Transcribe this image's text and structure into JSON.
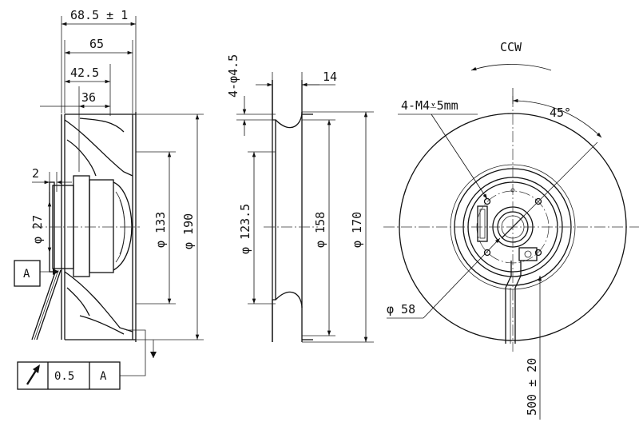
{
  "dimensions": {
    "side": {
      "overall_width": "68.5 ± 1",
      "width_65": "65",
      "width_42_5": "42.5",
      "width_36": "36",
      "offset_2": "2",
      "hub_dia": "φ 27",
      "dia_133": "φ 133",
      "dia_190": "φ 190"
    },
    "mount": {
      "holes": "4-φ4.5",
      "thickness": "14",
      "dia_123_5": "φ 123.5",
      "dia_158": "φ 158",
      "dia_170": "φ 170"
    },
    "front": {
      "rotation": "CCW",
      "thread": "4-M4",
      "depth_symbol": "⩡",
      "depth": "5mm",
      "angle": "45°",
      "dia_58": "φ 58",
      "cable_length": "500 ± 20"
    }
  },
  "datum": {
    "label": "A",
    "runout_value": "0.5",
    "runout_ref": "A",
    "runout_symbol": "arrow-icon"
  },
  "colors": {
    "line": "#111111",
    "background": "#ffffff"
  }
}
